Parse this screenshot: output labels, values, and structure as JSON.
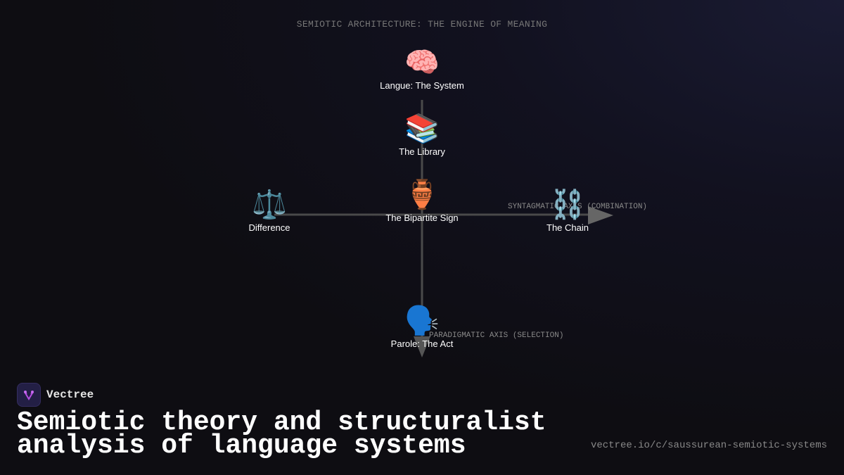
{
  "title": "SEMIOTIC ARCHITECTURE: THE ENGINE OF MEANING",
  "nodes": {
    "langue": {
      "icon": "brain-icon",
      "glyph": "🧠",
      "label": "Langue: The System"
    },
    "library": {
      "icon": "books-icon",
      "glyph": "📚",
      "label": "The Library"
    },
    "sign": {
      "icon": "amphora-icon",
      "glyph": "🏺",
      "label": "The Bipartite Sign"
    },
    "difference": {
      "icon": "balance-scale-icon",
      "glyph": "⚖️",
      "label": "Difference"
    },
    "chain": {
      "icon": "chains-icon",
      "glyph": "⛓️",
      "label": "The Chain"
    },
    "parole": {
      "icon": "speaking-head-icon",
      "glyph": "🗣️",
      "label": "Parole: The Act"
    }
  },
  "axes": {
    "syntagmatic": "SYNTAGMATIC AXIS (COMBINATION)",
    "paradigmatic": "PARADIGMATIC AXIS (SELECTION)"
  },
  "brand": {
    "name": "Vectree",
    "accent": "#b44ee0"
  },
  "headline": "Semiotic theory and structuralist analysis of language systems",
  "url": "vectree.io/c/saussurean-semiotic-systems"
}
